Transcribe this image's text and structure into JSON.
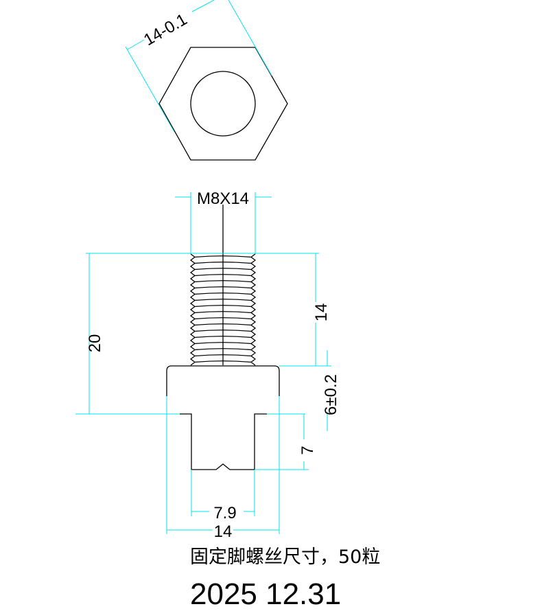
{
  "dimensions": {
    "hex_across_flats": "14-0.1",
    "thread": "M8X14",
    "total_height": "20",
    "thread_length": "14",
    "head_height": "6±0.2",
    "slot_depth": "7",
    "slot_width": "7.9",
    "body_width": "14"
  },
  "notes": {
    "description": "固定脚螺丝尺寸，50粒",
    "date": "2025  12.31"
  },
  "colors": {
    "outline": "#000000",
    "dimension": "#00e5ee"
  }
}
